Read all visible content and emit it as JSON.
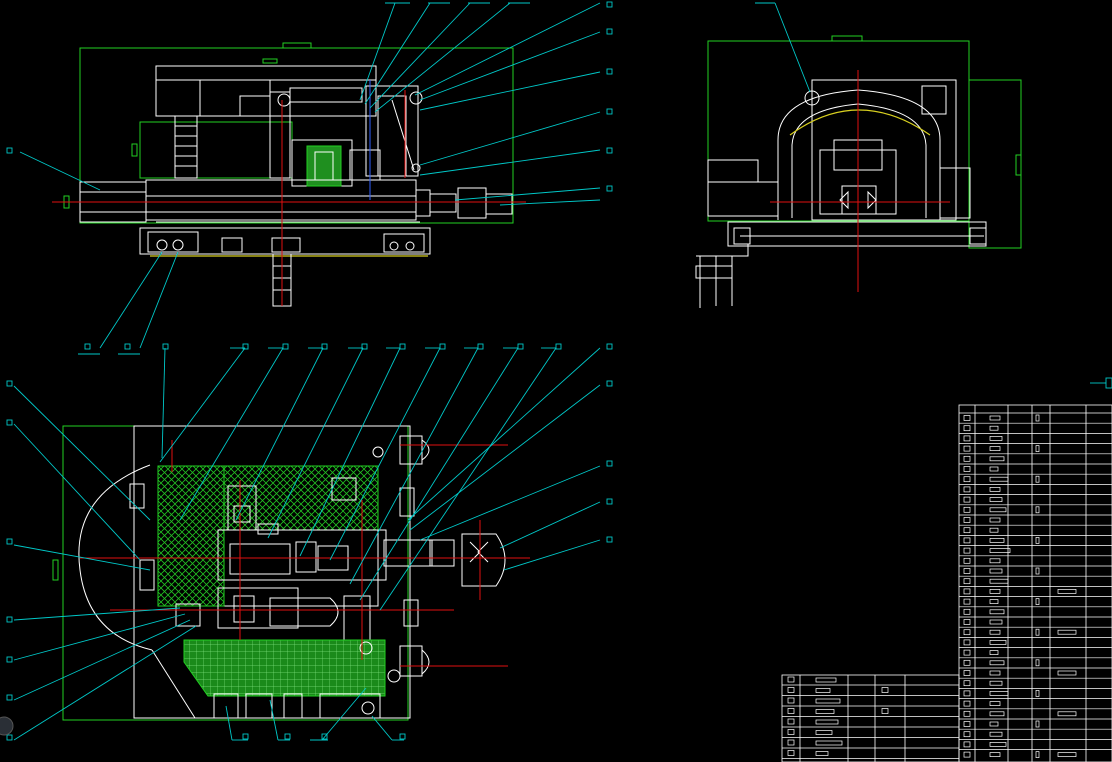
{
  "drawing": {
    "background": "#000000",
    "colors": {
      "outline": "#ffffff",
      "frame": "#22d022",
      "leader": "#00c8c8",
      "centerline": "#e01010",
      "accent": "#d8d020"
    },
    "views": [
      "front-view",
      "side-view",
      "top-view"
    ],
    "title_block": "parts-list-and-title-block"
  }
}
